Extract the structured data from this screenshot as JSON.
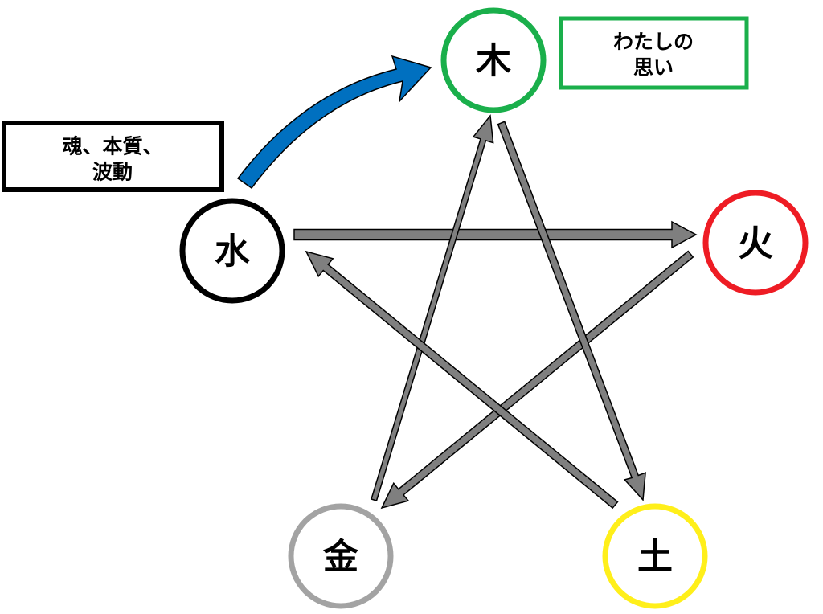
{
  "nodes": {
    "wood": {
      "label": "木",
      "color": "#1aaf4b"
    },
    "fire": {
      "label": "火",
      "color": "#ee1c24"
    },
    "earth": {
      "label": "土",
      "color": "#ffef1a"
    },
    "metal": {
      "label": "金",
      "color": "#a3a3a3"
    },
    "water": {
      "label": "水",
      "color": "#000000"
    }
  },
  "notes": {
    "water_note": {
      "line1": "魂、本質、",
      "line2": "波動",
      "border_color": "#000000"
    },
    "wood_note": {
      "line1": "わたしの",
      "line2": "思い",
      "border_color": "#1aaf4b"
    }
  },
  "colors": {
    "star_arrow": "#7f7f7f",
    "highlight_arrow": "#0070c0"
  }
}
